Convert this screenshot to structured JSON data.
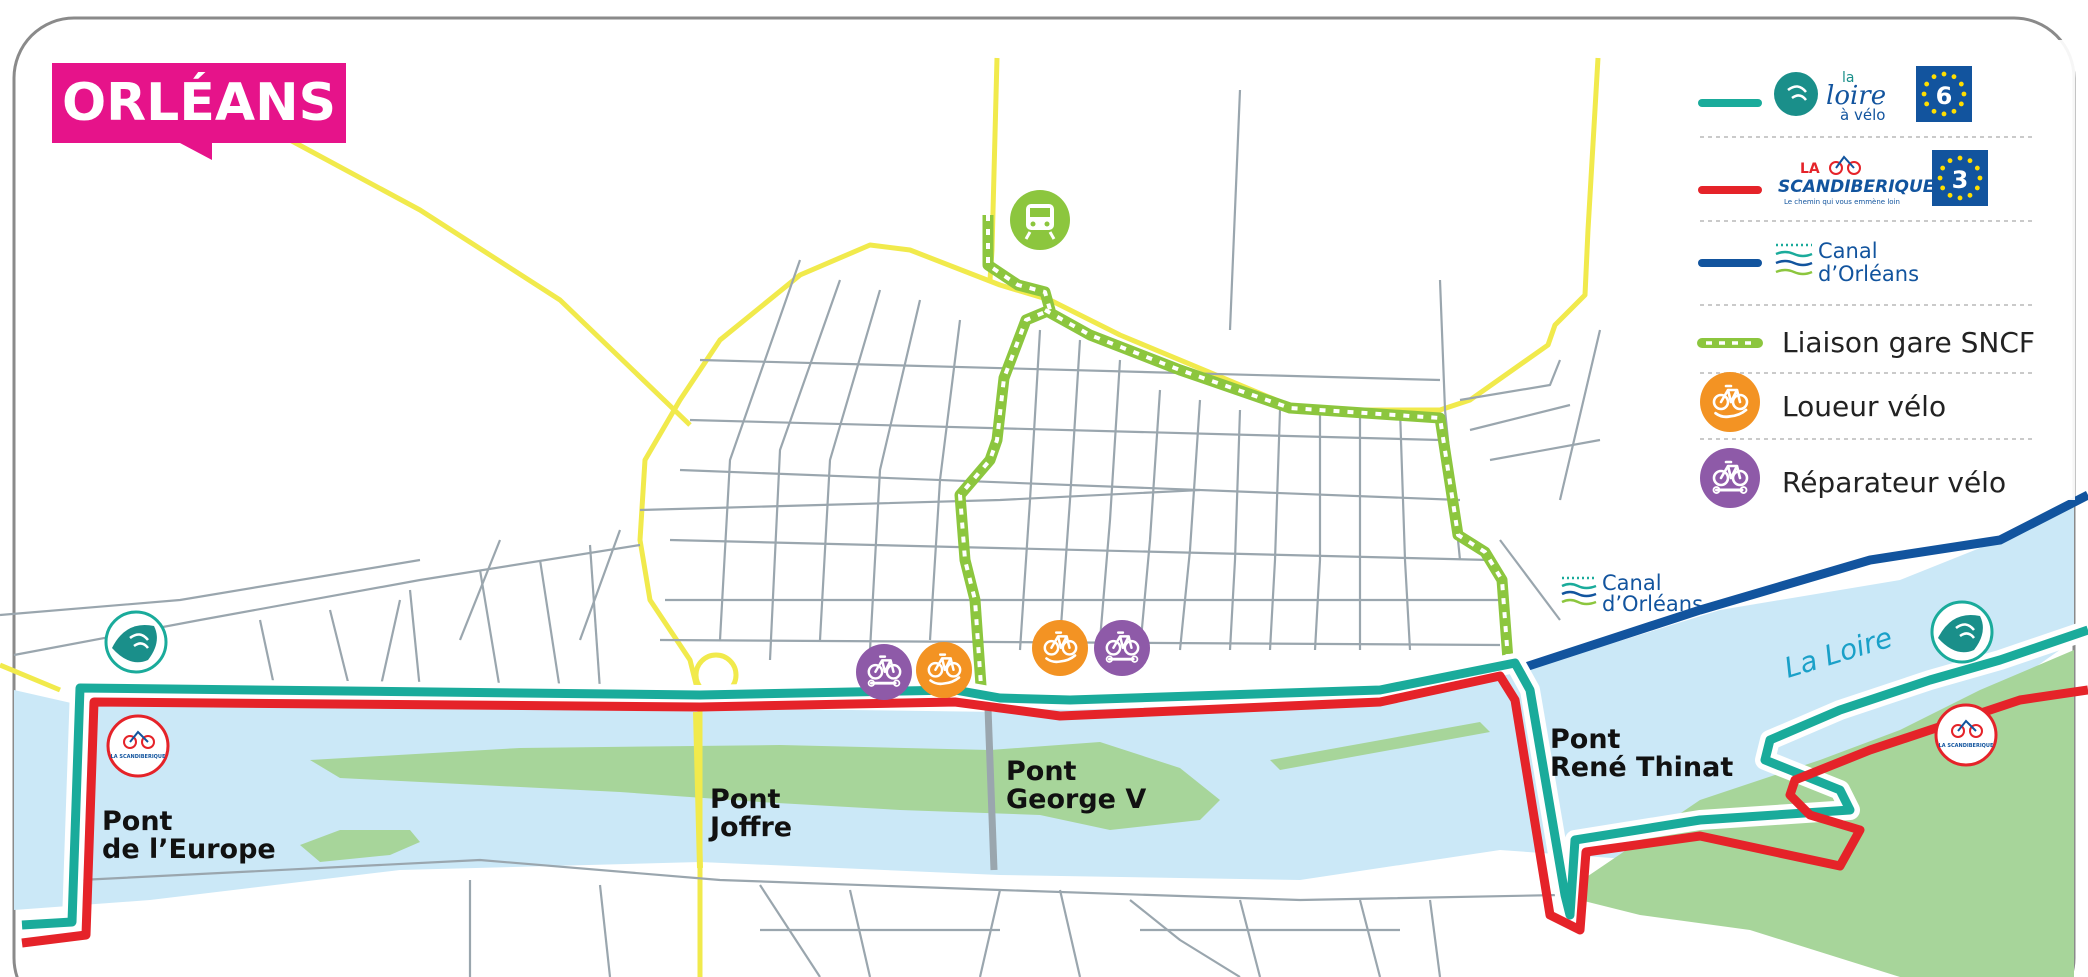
{
  "title": "ORLÉANS",
  "colors": {
    "title_bg": "#e6138a",
    "loire_route": "#1aab9b",
    "scandiberique_route": "#e52329",
    "canal_route": "#12549e",
    "sncf_link": "#8cc63e",
    "river": "#cbe8f7",
    "islands": "#a7d59a",
    "streets": "#9aa6ae",
    "main_roads": "#f1ea4c",
    "loueur": "#f39323",
    "reparateur": "#8e5aa8",
    "train": "#8cc63e"
  },
  "bridges": {
    "europe": {
      "line1": "Pont",
      "line2": "de l’Europe"
    },
    "joffre": {
      "line1": "Pont",
      "line2": "Joffre"
    },
    "george": {
      "line1": "Pont",
      "line2": "George V"
    },
    "rene": {
      "line1": "Pont",
      "line2": "René Thinat"
    }
  },
  "river_label": "La Loire",
  "canal_label": {
    "line1": "Canal",
    "line2": "d’Orléans"
  },
  "legend": {
    "loire": {
      "logo_small": "la",
      "logo_main": "loire",
      "logo_sub": "à vélo",
      "eurovelo": "6"
    },
    "scandiberique": {
      "logo_small": "LA",
      "logo_main": "SCANDIBERIQUE",
      "tagline": "Le chemin qui vous emmène loin",
      "eurovelo": "3"
    },
    "canal": {
      "line1": "Canal",
      "line2": "d’Orléans"
    },
    "sncf": "Liaison gare SNCF",
    "loueur": "Loueur vélo",
    "reparateur": "Réparateur vélo"
  },
  "icons": {
    "train": "train-icon",
    "loueur": "bike-rental-icon",
    "reparateur": "bike-repair-icon",
    "loire_badge": "loire-a-velo-logo-icon",
    "scandi_badge": "scandiberique-logo-icon"
  },
  "scandi_badge_text": "LA SCANDIBERIQUE"
}
